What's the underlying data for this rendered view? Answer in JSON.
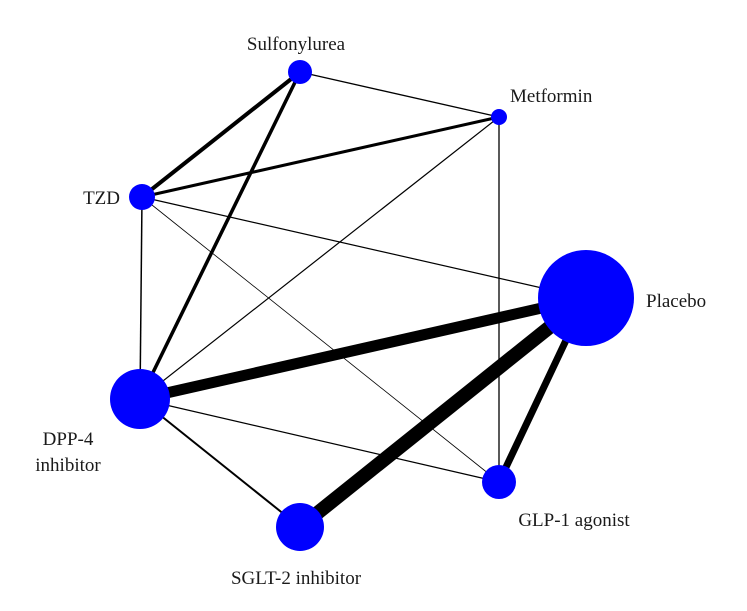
{
  "diagram": {
    "type": "network-meta-analysis",
    "node_color": "#0000ff",
    "edge_color": "#000000",
    "nodes": [
      {
        "id": "sulfonylurea",
        "label": [
          "Sulfonylurea"
        ]
      },
      {
        "id": "metformin",
        "label": [
          "Metformin"
        ]
      },
      {
        "id": "tzd",
        "label": [
          "TZD"
        ]
      },
      {
        "id": "placebo",
        "label": [
          "Placebo"
        ]
      },
      {
        "id": "dpp4",
        "label": [
          "DPP-4",
          "inhibitor"
        ]
      },
      {
        "id": "glp1",
        "label": [
          "GLP-1 agonist"
        ]
      },
      {
        "id": "sglt2",
        "label": [
          "SGLT-2 inhibitor"
        ]
      }
    ],
    "edges": [
      {
        "from": "sulfonylurea",
        "to": "metformin"
      },
      {
        "from": "sulfonylurea",
        "to": "tzd"
      },
      {
        "from": "sulfonylurea",
        "to": "dpp4"
      },
      {
        "from": "metformin",
        "to": "tzd"
      },
      {
        "from": "metformin",
        "to": "dpp4"
      },
      {
        "from": "metformin",
        "to": "glp1"
      },
      {
        "from": "tzd",
        "to": "placebo"
      },
      {
        "from": "tzd",
        "to": "dpp4"
      },
      {
        "from": "tzd",
        "to": "glp1"
      },
      {
        "from": "placebo",
        "to": "dpp4"
      },
      {
        "from": "placebo",
        "to": "sglt2"
      },
      {
        "from": "placebo",
        "to": "glp1"
      },
      {
        "from": "dpp4",
        "to": "glp1"
      },
      {
        "from": "dpp4",
        "to": "sglt2"
      }
    ]
  }
}
